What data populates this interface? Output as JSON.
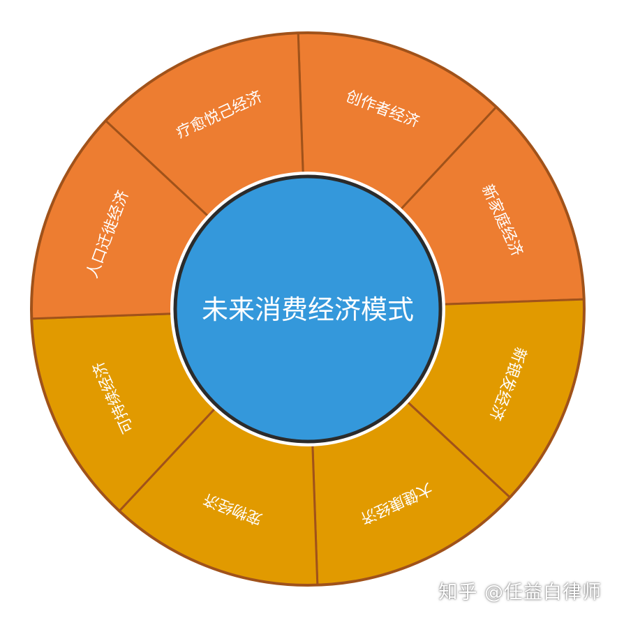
{
  "center": {
    "title": "未来消费经济模式"
  },
  "segments": [
    {
      "label": "创作者经济",
      "color": "#ED7D31"
    },
    {
      "label": "新家庭经济",
      "color": "#ED7D31"
    },
    {
      "label": "新银发经济",
      "color": "#E19A00"
    },
    {
      "label": "大健康经济",
      "color": "#E19A00"
    },
    {
      "label": "宠物经济",
      "color": "#E19A00"
    },
    {
      "label": "可持续经济",
      "color": "#E19A00"
    },
    {
      "label": "人口迁徙经济",
      "color": "#ED7D31"
    },
    {
      "label": "疗愈悦己经济",
      "color": "#ED7D31"
    }
  ],
  "colors": {
    "orange": "#ED7D31",
    "gold": "#E19A00",
    "divider": "#A0521A",
    "center_fill": "#3498DB",
    "center_ring": "#2B2B2B"
  },
  "watermark": "知乎 @任益白律师"
}
